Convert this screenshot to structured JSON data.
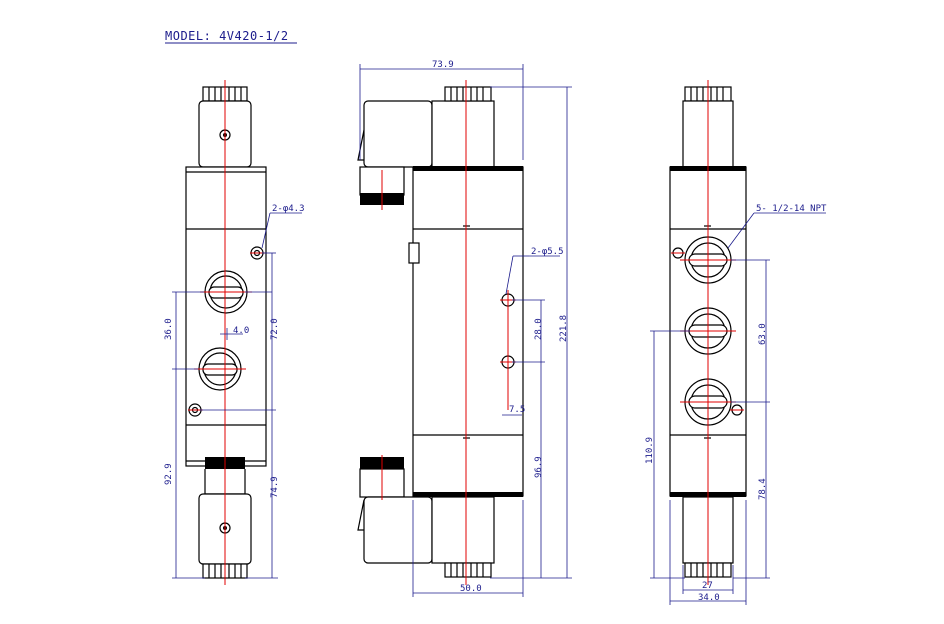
{
  "title": "MODEL: 4V420-1/2",
  "front_view": {
    "dims": {
      "hole": "2-φ4.3",
      "d36": "36.0",
      "d4": "4.0",
      "d72": "72.0",
      "d929": "92.9",
      "d749": "74.9"
    }
  },
  "side_view": {
    "dims": {
      "width_top": "73.9",
      "hole": "2-φ5.5",
      "d28": "28.0",
      "d75": "7.5",
      "d2218": "221.8",
      "d969": "96.9",
      "width_bottom": "50.0"
    }
  },
  "end_view": {
    "dims": {
      "ports": "5- 1/2-14 NPT",
      "d63": "63.0",
      "d1109": "110.9",
      "d784": "78.4",
      "d27": "27",
      "d34": "34.0"
    }
  },
  "colors": {
    "dimension": "#1c1c8c",
    "centerline": "#e00000",
    "outline": "#000000"
  }
}
